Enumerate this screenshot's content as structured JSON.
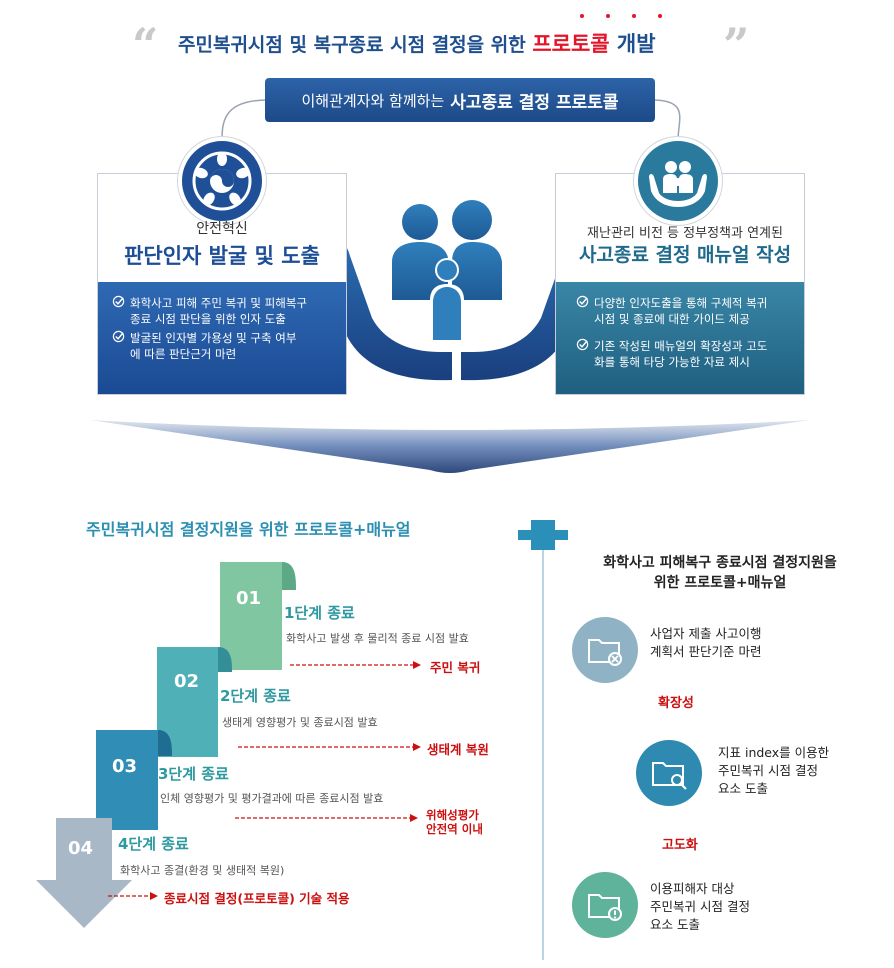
{
  "title": {
    "prefix": "주민복귀시점 및 복구종료 시점 결정을 위한 ",
    "highlight": "프로토콜",
    "suffix": " 개발",
    "quote_open": "“",
    "quote_close": "”"
  },
  "banner": {
    "lead": "이해관계자와 함께하는",
    "bold": "사고종료 결정 프로토콜"
  },
  "left_card": {
    "subtitle": "안전혁신",
    "title": "판단인자 발굴 및 도출",
    "bullets": [
      [
        "화학사고 피해 주민 복귀 및 피해복구",
        "종료 시점 판단을 위한 인자 도출"
      ],
      [
        "발굴된 인자별 가용성 및 구축 여부",
        "에 따른 판단근거 마련"
      ]
    ]
  },
  "right_card": {
    "subtitle": "재난관리 비전 등 정부정책과 연계된",
    "title": "사고종료 결정 매뉴얼 작성",
    "bullets": [
      [
        "다양한 인자도출을 통해 구체적 복귀",
        "시점 및 종료에 대한 가이드 제공"
      ],
      [
        "기존 작성된 매뉴얼의 확장성과 고도",
        "화를 통해  타당 가능한 자료 제시"
      ]
    ]
  },
  "section": {
    "title": "주민복귀시점 결정지원을 위한 프로토콜+매뉴얼"
  },
  "stages": [
    {
      "num": "01",
      "title": "1단계 종료",
      "desc": "화학사고 발생 후 물리적 종료 시점 발효",
      "outcome": "주민 복귀"
    },
    {
      "num": "02",
      "title": "2단계 종료",
      "desc": "생태계 영향평가 및 종료시점 발효",
      "outcome": "생태계 복원"
    },
    {
      "num": "03",
      "title": "3단계 종료",
      "desc": "인체 영향평가 및 평가결과에 따른 종료시점 발효",
      "outcome_lines": [
        "위해성평가",
        "안전역 이내"
      ]
    },
    {
      "num": "04",
      "title": "4단계 종료",
      "desc": "화학사고 종결(환경 및 생태적 복원)",
      "outcome": "종료시점 결정(프로토콜) 기술 적용"
    }
  ],
  "right_column": {
    "title_lines": [
      "화학사고 피해복구 종료시점 결정지원을",
      "위한 프로토콜+매뉴얼"
    ],
    "items": [
      {
        "icon": "folder-close-icon",
        "lines": [
          "사업자 제출 사고이행",
          "계획서 판단기준 마련"
        ]
      },
      {
        "icon": "folder-search-icon",
        "lines": [
          "지표 index를 이용한",
          "주민복귀 시점 결정",
          "요소 도출"
        ]
      },
      {
        "icon": "folder-alert-icon",
        "lines": [
          "이용피해자 대상",
          "주민복귀 시점 결정",
          "요소 도출"
        ]
      }
    ],
    "links": [
      "확장성",
      "고도화"
    ]
  },
  "colors": {
    "navy": "#1d4d96",
    "teal": "#2a7a9d",
    "green_step": "#7fc4a0",
    "red": "#cc1010"
  }
}
